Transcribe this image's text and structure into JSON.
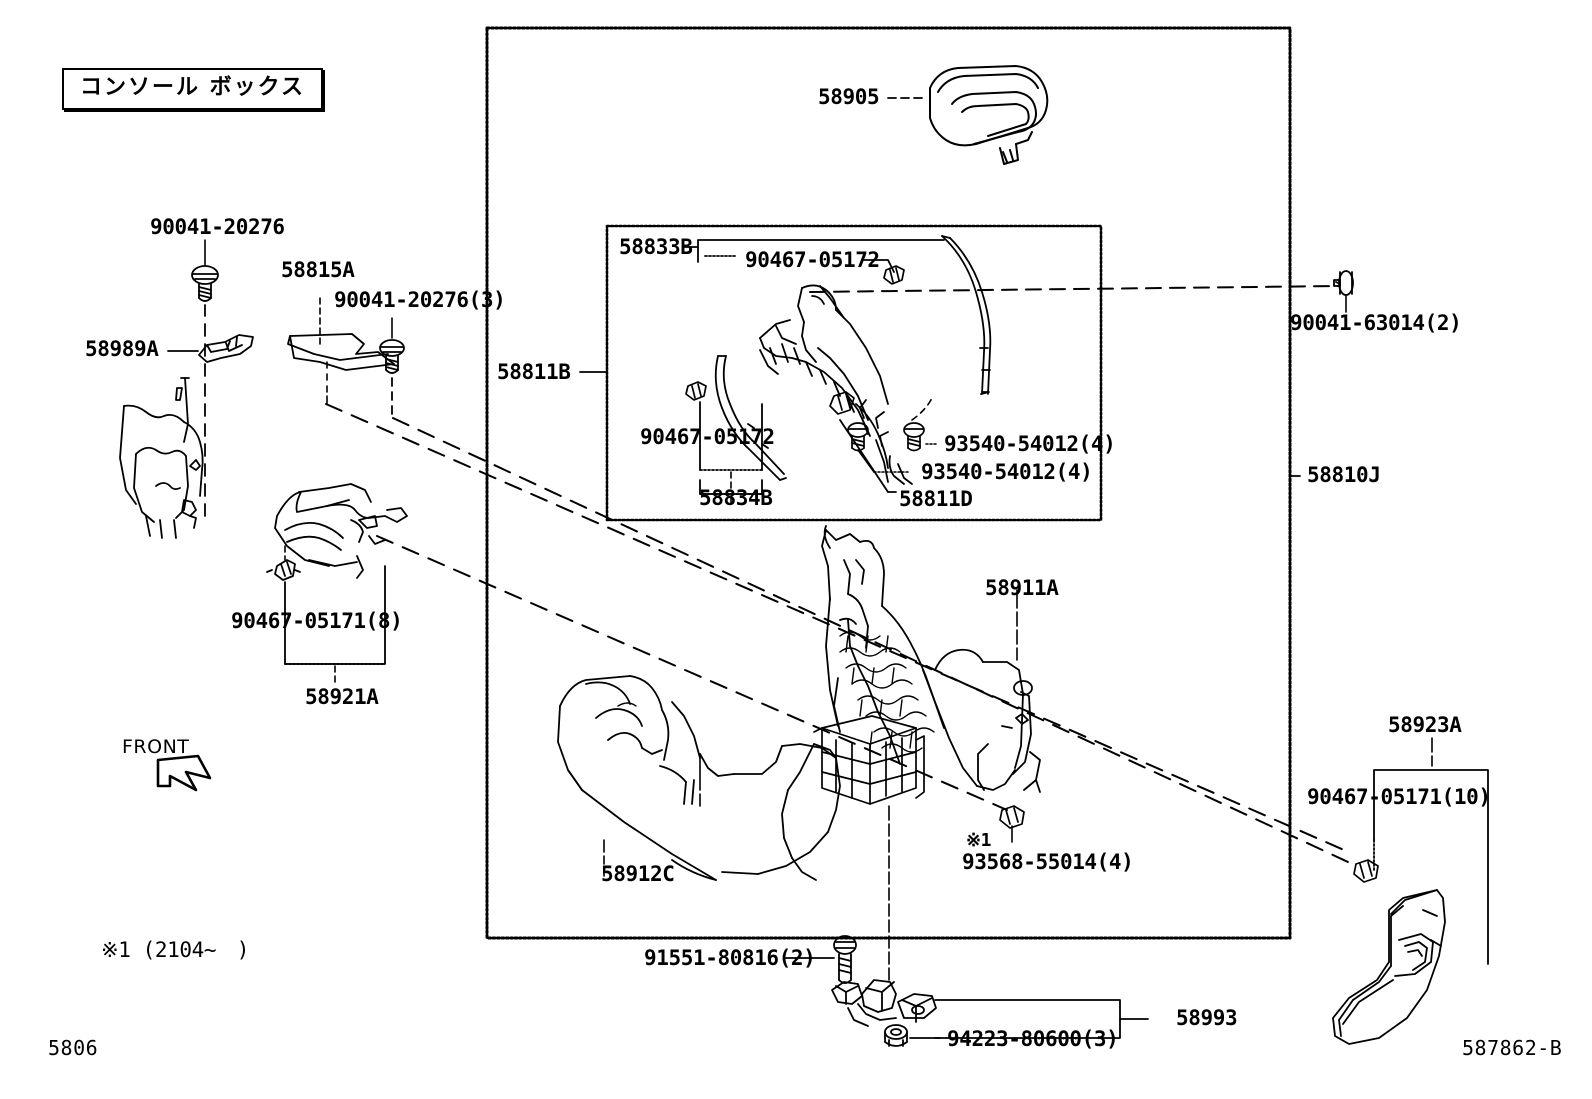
{
  "diagram": {
    "title_jp": "コンソール ボックス",
    "title_en_meaning": "CONSOLE BOX",
    "footer_left_code": "5806",
    "footer_right_code": "587862-B",
    "front_arrow_label": "FRONT",
    "note_mark": "※1",
    "note_text": "※1 (2104~　)"
  },
  "callouts": {
    "screw_top_left": "90041-20276",
    "bracket_left": "58989A",
    "cover_small": "58815A",
    "screw_left_3": "90041-20276(3)",
    "clip_left_8": "90467-05171(8)",
    "panel_lower_left": "58921A",
    "armrest_lid": "58905",
    "box_assy_58811B": "58811B",
    "trim_58833B": "58833B",
    "clip_top_05172": "90467-05172",
    "clip_mid_05172": "90467-05172",
    "trim_58834B": "58834B",
    "screw_93540_a": "93540-54012(4)",
    "screw_93540_b": "93540-54012(4)",
    "part_58811D": "58811D",
    "screw_right_63014": "90041-63014(2)",
    "console_assy_58810J": "58810J",
    "body_58911A": "58911A",
    "panel_58912C": "58912C",
    "screw_93568": "93568-55014(4)",
    "panel_58923A": "58923A",
    "clip_right_10": "90467-05171(10)",
    "bolt_91551": "91551-80816(2)",
    "nut_94223": "94223-80600(3)",
    "bracket_58993": "58993"
  },
  "colors": {
    "ink": "#000000",
    "paper": "#ffffff"
  }
}
